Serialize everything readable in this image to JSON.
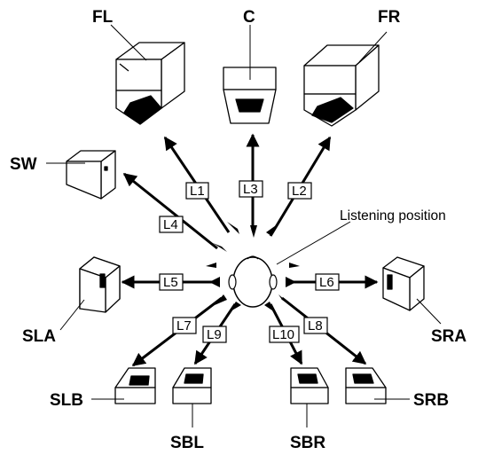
{
  "speakers": {
    "fl": "FL",
    "c": "C",
    "fr": "FR",
    "sw": "SW",
    "sla": "SLA",
    "sra": "SRA",
    "slb": "SLB",
    "srb": "SRB",
    "sbl": "SBL",
    "sbr": "SBR"
  },
  "distances": {
    "l1": "L1",
    "l2": "L2",
    "l3": "L3",
    "l4": "L4",
    "l5": "L5",
    "l6": "L6",
    "l7": "L7",
    "l8": "L8",
    "l9": "L9",
    "l10": "L10"
  },
  "listening_position_label": "Listening position"
}
